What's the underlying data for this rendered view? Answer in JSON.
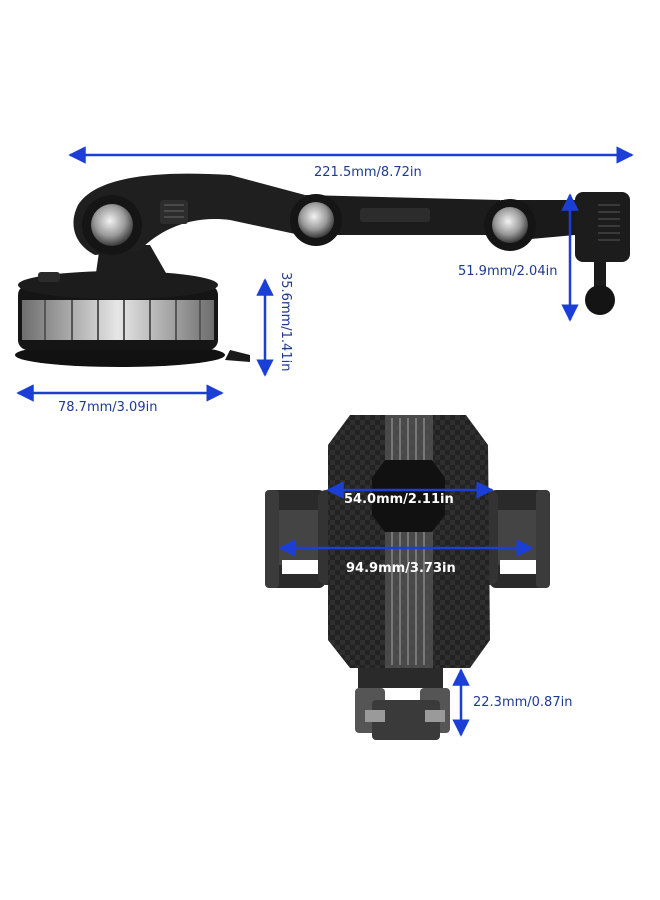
{
  "colors": {
    "arrow": "#1b3fd6",
    "label": "#1f3a93",
    "product_dark": "#1a1a1a",
    "product_mid": "#3a3a3a",
    "metal": "#c8c8c8"
  },
  "dimensions": {
    "arm_length": "221.5mm/8.72in",
    "base_height": "35.6mm/1.41in",
    "base_diameter": "78.7mm/3.09in",
    "ball_joint_height": "51.9mm/2.04in",
    "clamp_min_width": "54.0mm/2.11in",
    "clamp_max_width": "94.9mm/3.73in",
    "bottom_support_height": "22.3mm/0.87in"
  }
}
